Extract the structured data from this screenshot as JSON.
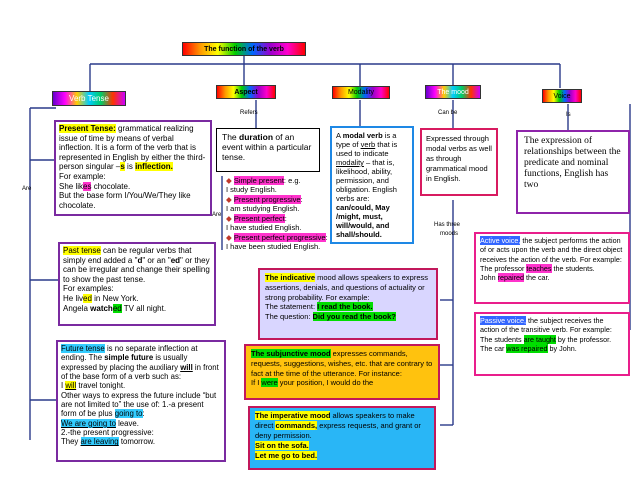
{
  "root": "The function of the verb",
  "nodes": {
    "verb_tense": "Verb Tense",
    "aspect": "Aspect",
    "modality": "Modality",
    "mood": "The mood",
    "voice": "Voice"
  },
  "connectors": {
    "are_left": "Are",
    "refers": "Refers",
    "can_be": "Can be",
    "is": "Is",
    "are_mid": "Are",
    "has_three": "Has three",
    "moods": "moods"
  },
  "present": {
    "title": "Present Tense:",
    "t1": " grammatical realizing issue of time by means of verbal inflection. It is a form of the verb that is represented in English by either the third-person singular –",
    "s": "s",
    "t2": " is ",
    "inflection": "inflection.",
    "example_label": "For example:",
    "ex1_pre": "She lik",
    "ex1_hl": "es",
    "ex1_post": " chocolate.",
    "ex2": "But the base form I/You/We/They like chocolate."
  },
  "past": {
    "title": "Past tense",
    "t1": " can be regular verbs that simply end added a \"",
    "d": "d",
    "t2": "\" or an \"",
    "ed": "ed",
    "t3": "\" or they can be irregular and change their spelling to show the past tense.",
    "examples": "For examples:",
    "ex1_pre": "He liv",
    "ex1_hl": "ed",
    "ex1_post": " in New York.",
    "ex2_pre": "Angela ",
    "ex2_hl1": "watch",
    "ex2_hl2": "ed",
    "ex2_post": " TV all night."
  },
  "future": {
    "title": "Future tense",
    "t1": " is no separate inflection at ending. The ",
    "simple_future": "simple future",
    "t2": " is usually expressed by placing the auxiliary ",
    "will": "will",
    "t3": " in front of the base form of a verb such as:",
    "ex1_pre": "I ",
    "ex1_hl": "will",
    "ex1_post": " travel tonight.",
    "t4": "Other ways to express the future include “but are not limited to” the use of: 1.-a present form of be plus ",
    "going_to": "going to",
    "t5": ":",
    "ex2_hl": "We are going to",
    "ex2_post": " leave.",
    "t6": "2.-the present progressive:",
    "ex3_pre": "They ",
    "ex3_hl": "are leaving",
    "ex3_post": " tomorrow."
  },
  "aspect_box": {
    "t1": "The ",
    "duration": "duration",
    "t2": " of an event within a particular tense."
  },
  "aspect_list": {
    "simple_present": "Simple present",
    "sp_post": ": e.g.",
    "sp_ex": "I study English.",
    "present_progressive": "Present progressive",
    "pp_post": ":",
    "pp_ex": "I am studying English.",
    "present_perfect": "Present perfect",
    "pf_post": ":",
    "pf_ex": "I have studied English.",
    "present_perfect_progressive": "Present perfect progressive",
    "ppp_post": ":",
    "ppp_ex": "I have been studied English."
  },
  "modal_box": {
    "t1": "A ",
    "modal_verb": "modal verb",
    "t2": " is a type of ",
    "verb": "verb",
    "t3": " that is used to indicate ",
    "modality": "modality",
    "t4": " – that is, likelihood, ability, permission, and obligation. English verbs are: ",
    "list": "can/could, May /might, must, will/would, and shall/should."
  },
  "mood_box": {
    "text": "Expressed through modal verbs as well as through grammatical mood in English."
  },
  "voice_box": {
    "text": "The expression of relationships between the predicate and nominal functions, English has two"
  },
  "indicative": {
    "title": "The indicative",
    "t1": " mood allows speakers to express assertions, denials, and questions of actuality or strong probability. For example:",
    "statement_label": "The statement: ",
    "statement": "I read the book.",
    "question_label": "The question: ",
    "question": "Did you read the book?"
  },
  "subjunctive": {
    "title": "The subjunctive mood",
    "t1": " expresses commands, requests, suggestions, wishes, etc. that are contrary to fact at the time of the utterance. For instance:",
    "ex_pre": "If I ",
    "ex_hl": "were",
    "ex_post": " your position, I would do the"
  },
  "imperative": {
    "title": "The imperative mood",
    "t1": " allows speakers to make direct ",
    "commands": "commands,",
    "t2": " express requests, and grant or deny permission.",
    "ex1": "Sit on the sofa.",
    "ex2": "Let me go to bed."
  },
  "active": {
    "title": "Active voice,",
    "t1": " the subject performs the action of or acts upon the verb and the direct object receives the action of the verb. For example:",
    "ex1_pre": "The professor ",
    "ex1_hl": "teaches",
    "ex1_post": " the students.",
    "ex2_pre": "John ",
    "ex2_hl": "repaired",
    "ex2_post": " the car."
  },
  "passive": {
    "title": "Passive voice,",
    "t1": " the subject receives the action of the transitive verb. For example:",
    "ex1_pre": "The students ",
    "ex1_hl": "are taught",
    "ex1_post": " by the professor.",
    "ex2_pre": "The car ",
    "ex2_hl": "was repaired",
    "ex2_post": " by John."
  }
}
